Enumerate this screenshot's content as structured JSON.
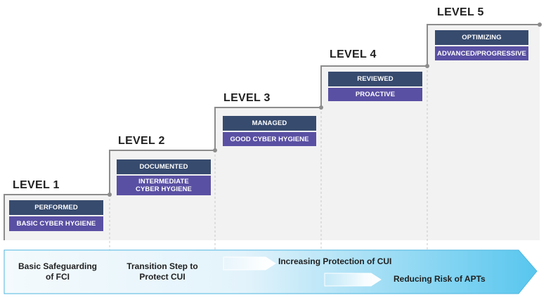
{
  "levels": [
    {
      "title": "LEVEL 1",
      "process": "PERFORMED",
      "practice": "BASIC CYBER HYGIENE"
    },
    {
      "title": "LEVEL 2",
      "process": "DOCUMENTED",
      "practice_line1": "INTERMEDIATE",
      "practice_line2": "CYBER HYGIENE"
    },
    {
      "title": "LEVEL 3",
      "process": "MANAGED",
      "practice": "GOOD CYBER HYGIENE"
    },
    {
      "title": "LEVEL 4",
      "process": "REVIEWED",
      "practice": "PROACTIVE"
    },
    {
      "title": "LEVEL 5",
      "process": "OPTIMIZING",
      "practice": "ADVANCED/PROGRESSIVE"
    }
  ],
  "bottom": {
    "col1_line1": "Basic Safeguarding",
    "col1_line2": "of FCI",
    "col2_line1": "Transition Step to",
    "col2_line2": "Protect CUI",
    "arrow1": "Increasing Protection of CUI",
    "arrow2": "Reducing Risk of APTs"
  },
  "colors": {
    "process_box": "#374b6e",
    "practice_box": "#5a50a3",
    "step_fill": "#f2f2f2",
    "step_line": "#8c8c8c"
  }
}
